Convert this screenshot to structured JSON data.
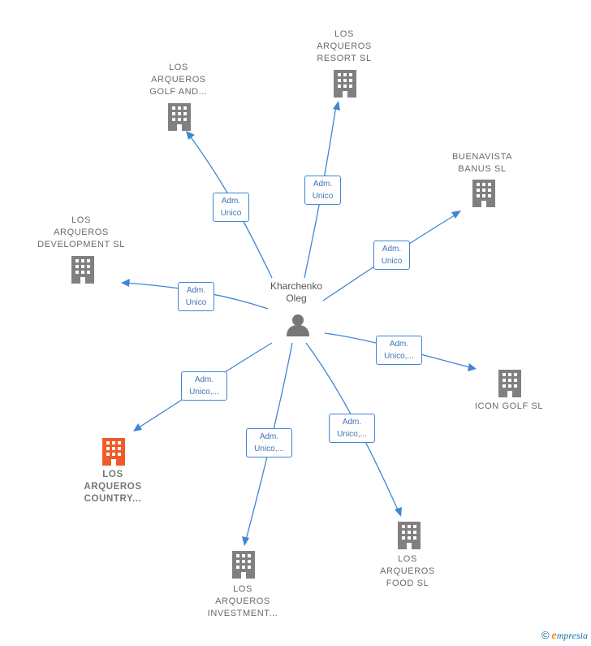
{
  "center": {
    "name_line1": "Kharchenko",
    "name_line2": "Oleg",
    "icon": "person-icon"
  },
  "companies": [
    {
      "id": "resort",
      "lines": [
        "LOS",
        "ARQUEROS",
        "RESORT  SL"
      ],
      "icon": "building-icon",
      "highlight": false
    },
    {
      "id": "golf",
      "lines": [
        "LOS",
        "ARQUEROS",
        "GOLF AND..."
      ],
      "icon": "building-icon",
      "highlight": false
    },
    {
      "id": "buenavista",
      "lines": [
        "BUENAVISTA",
        "BANUS SL"
      ],
      "icon": "building-icon",
      "highlight": false
    },
    {
      "id": "development",
      "lines": [
        "LOS",
        "ARQUEROS",
        "DEVELOPMENT SL"
      ],
      "icon": "building-icon",
      "highlight": false
    },
    {
      "id": "icongolf",
      "lines": [
        "ICON GOLF  SL"
      ],
      "icon": "building-icon",
      "highlight": false
    },
    {
      "id": "country",
      "lines": [
        "LOS",
        "ARQUEROS",
        "COUNTRY..."
      ],
      "icon": "building-icon",
      "highlight": true
    },
    {
      "id": "investment",
      "lines": [
        "LOS",
        "ARQUEROS",
        "INVESTMENT..."
      ],
      "icon": "building-icon",
      "highlight": false
    },
    {
      "id": "food",
      "lines": [
        "LOS",
        "ARQUEROS",
        "FOOD  SL"
      ],
      "icon": "building-icon",
      "highlight": false
    }
  ],
  "roles": {
    "resort": [
      "Adm.",
      "Unico"
    ],
    "golf": [
      "Adm.",
      "Unico"
    ],
    "buenavista": [
      "Adm.",
      "Unico"
    ],
    "development": [
      "Adm.",
      "Unico"
    ],
    "icongolf": [
      "Adm.",
      "Unico,..."
    ],
    "country": [
      "Adm.",
      "Unico,..."
    ],
    "investment": [
      "Adm.",
      "Unico,..."
    ],
    "food": [
      "Adm.",
      "Unico,..."
    ]
  },
  "colors": {
    "edge": "#3f86d4",
    "building": "#808080",
    "building_highlight": "#f05a28",
    "person": "#777777"
  },
  "footer": {
    "copyright": "©",
    "brand_initial": "e",
    "brand_rest": "mpresia"
  }
}
